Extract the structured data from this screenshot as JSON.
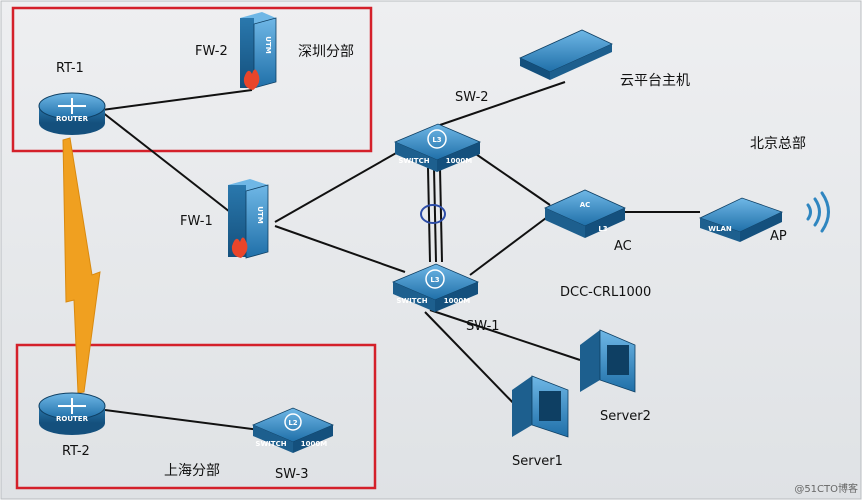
{
  "labels": {
    "rt1": "RT-1",
    "fw2": "FW-2",
    "shenzhen": "深圳分部",
    "sw2": "SW-2",
    "cloud_host": "云平台主机",
    "beijing": "北京总部",
    "fw1": "FW-1",
    "ac": "AC",
    "ap": "AP",
    "dcc": "DCC-CRL1000",
    "sw1": "SW-1",
    "server2": "Server2",
    "server1": "Server1",
    "rt2": "RT-2",
    "shanghai": "上海分部",
    "sw3": "SW-3"
  },
  "device_text": {
    "router": "ROUTER",
    "utm": "UTM",
    "l3": "L3",
    "l2": "L2",
    "switch": "SWITCH",
    "speed": "1000M",
    "ac": "AC",
    "wlan": "WLAN"
  },
  "watermark": "@51CTO博客",
  "colors": {
    "background": "#e8eaec",
    "border_red": "#d4202a",
    "device_blue": "#2f86c0",
    "device_dark": "#1d5f8e",
    "lightning": "#f0a020",
    "link": "#111111"
  }
}
